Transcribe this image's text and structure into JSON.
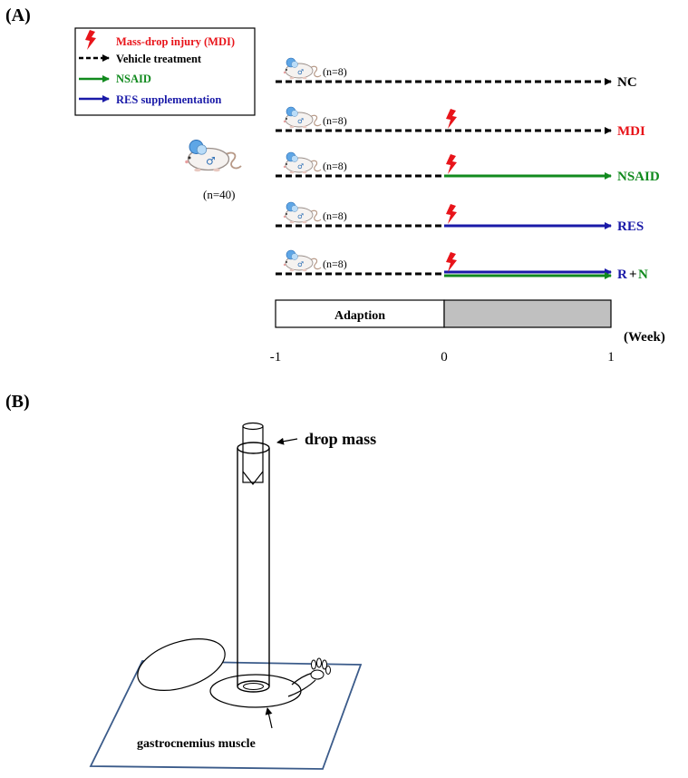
{
  "panel_a": {
    "label": "(A)",
    "legend": {
      "injury": "Mass-drop injury (MDI)",
      "vehicle": "Vehicle treatment",
      "nsaid": "NSAID",
      "res": "RES supplementation"
    },
    "total_n": "(n=40)",
    "groups": [
      {
        "n": "(n=8)",
        "end_label": "NC",
        "injury": false,
        "treatment": "vehicle",
        "label_color": "#000000"
      },
      {
        "n": "(n=8)",
        "end_label": "MDI",
        "injury": true,
        "treatment": "vehicle",
        "label_color": "#e8141a"
      },
      {
        "n": "(n=8)",
        "end_label": "NSAID",
        "injury": true,
        "treatment": "nsaid",
        "label_color": "#118a1e"
      },
      {
        "n": "(n=8)",
        "end_label": "RES",
        "injury": true,
        "treatment": "res",
        "label_color": "#1a1aa8"
      },
      {
        "n": "(n=8)",
        "end_label_r": "R",
        "end_label_plus": "+",
        "end_label_n": "N",
        "injury": true,
        "treatment": "both"
      }
    ],
    "timeline": {
      "adaption_label": "Adaption",
      "unit": "(Week)",
      "ticks": [
        "-1",
        "0",
        "1"
      ]
    },
    "colors": {
      "injury": "#e8141a",
      "vehicle": "#000000",
      "nsaid": "#118a1e",
      "res": "#1a1aa8",
      "shade": "#c0c0c0"
    }
  },
  "panel_b": {
    "label": "(B)",
    "drop_mass": "drop mass",
    "muscle": "gastrocnemius muscle",
    "colors": {
      "platform": "#3b5b8a"
    }
  }
}
